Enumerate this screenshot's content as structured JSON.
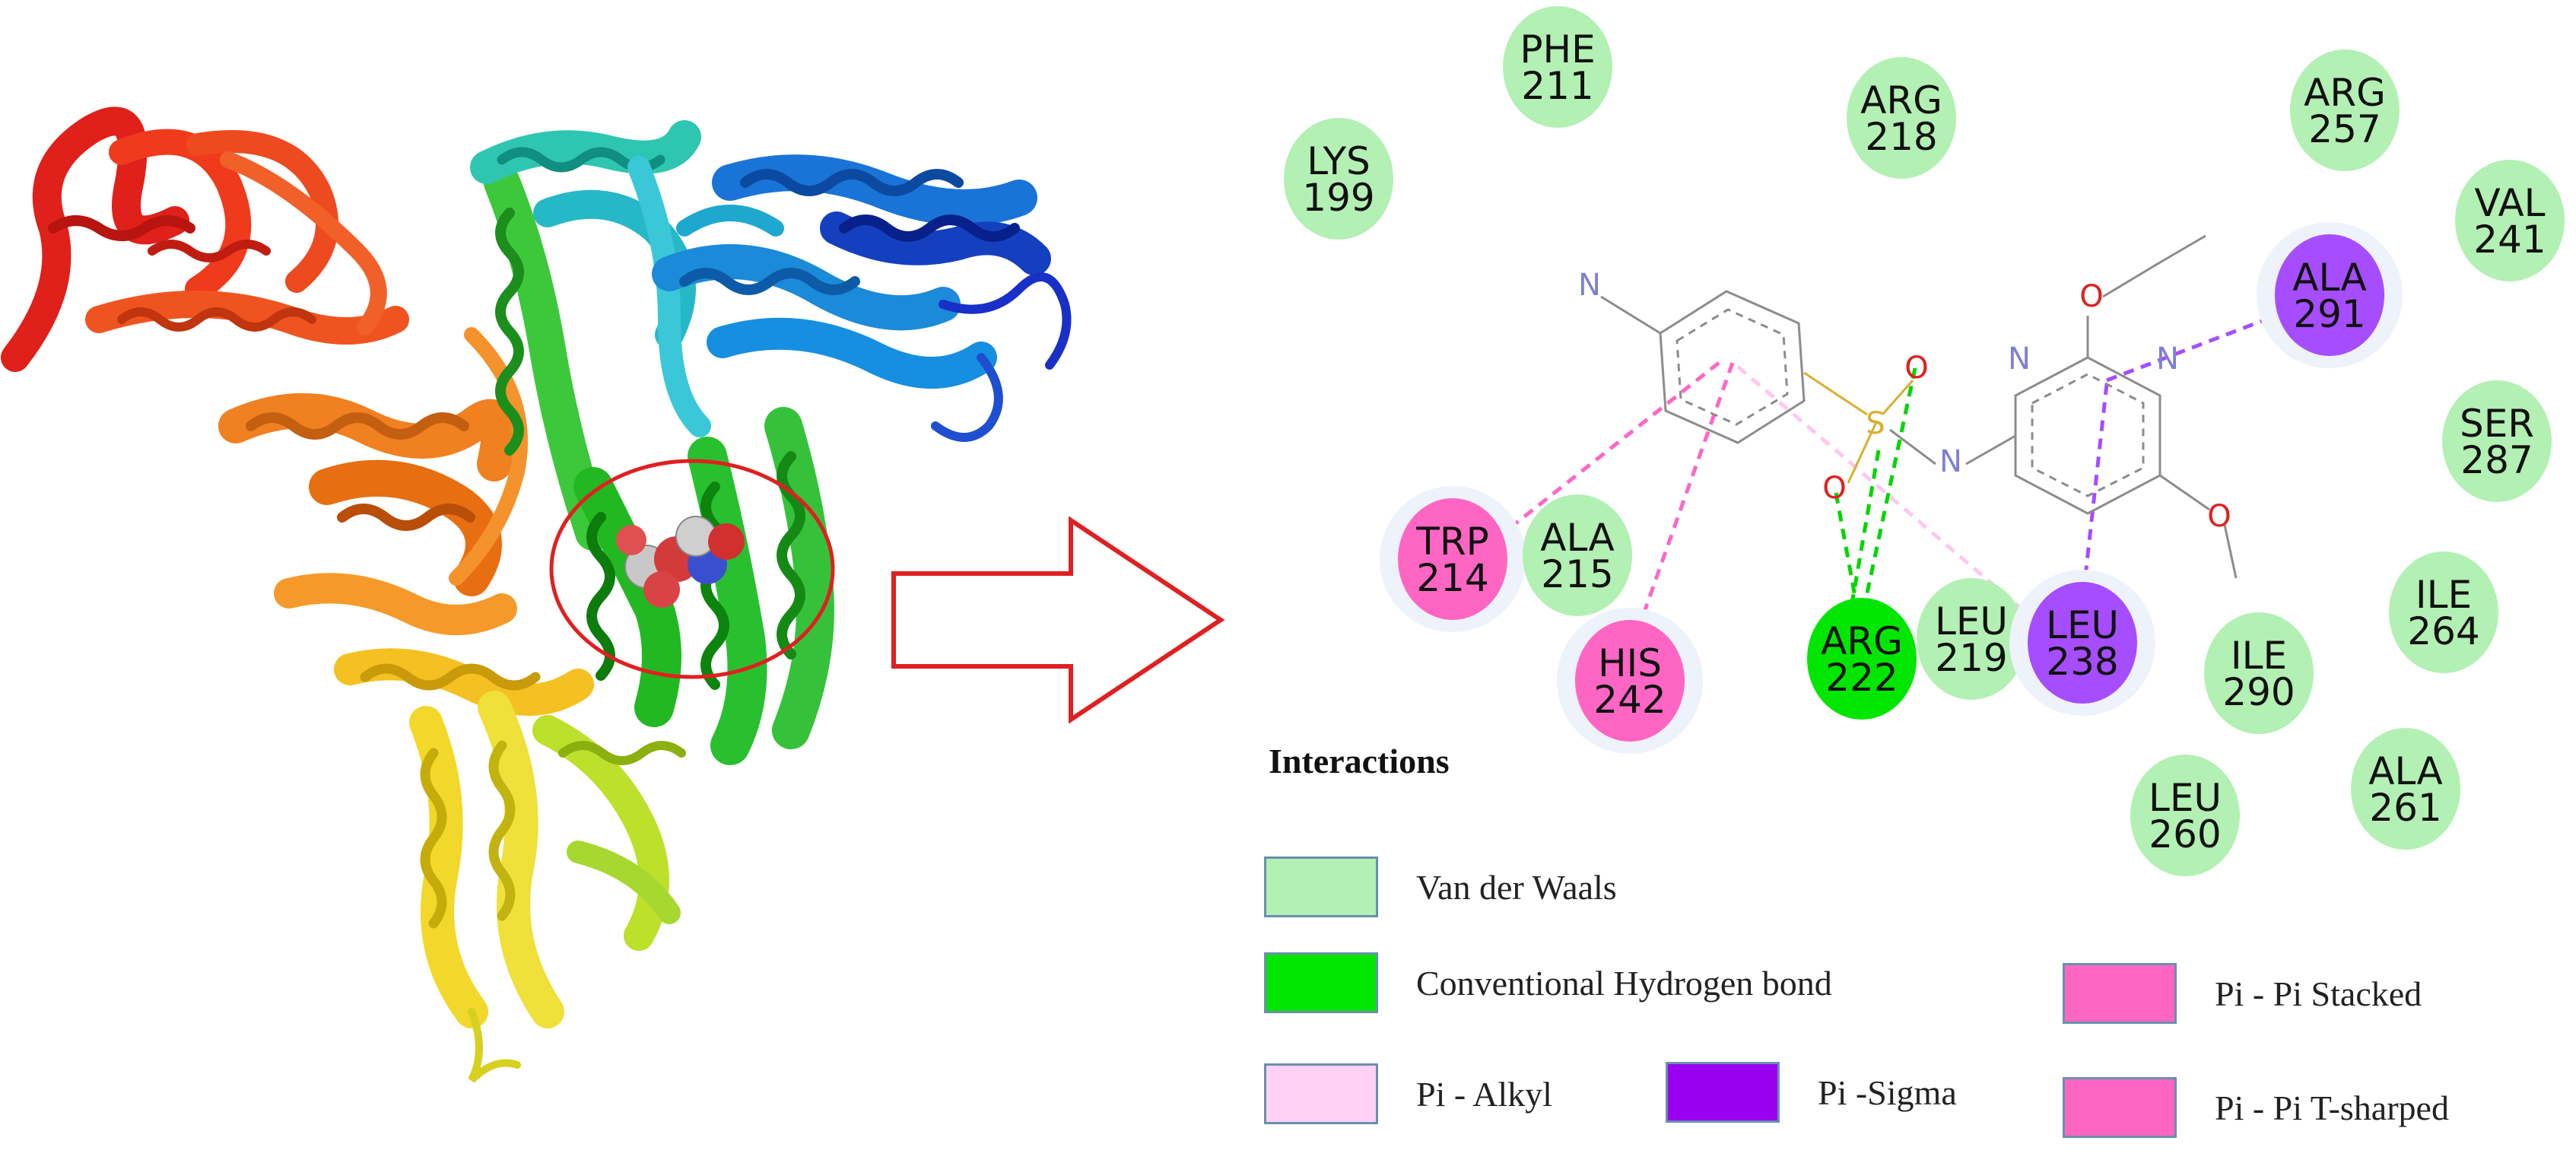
{
  "legend": {
    "title": "Interactions",
    "items": [
      {
        "label": "Van der Waals",
        "color": "#b3f0b3"
      },
      {
        "label": "Conventional Hydrogen bond",
        "color": "#00e600"
      },
      {
        "label": "Pi - Pi Stacked",
        "color": "#ff66c4"
      },
      {
        "label": "Pi - Alkyl",
        "color": "#ffd1f5"
      },
      {
        "label": "Pi -Sigma",
        "color": "#9a00f0"
      },
      {
        "label": "Pi - Pi T-sharped",
        "color": "#ff66c4"
      }
    ]
  },
  "residues": [
    {
      "name": "PHE",
      "number": "211",
      "type": "van-der-waals"
    },
    {
      "name": "LYS",
      "number": "199",
      "type": "van-der-waals"
    },
    {
      "name": "ARG",
      "number": "218",
      "type": "van-der-waals"
    },
    {
      "name": "ARG",
      "number": "257",
      "type": "van-der-waals"
    },
    {
      "name": "VAL",
      "number": "241",
      "type": "van-der-waals"
    },
    {
      "name": "ALA",
      "number": "291",
      "type": "pi-sigma"
    },
    {
      "name": "SER",
      "number": "287",
      "type": "van-der-waals"
    },
    {
      "name": "TRP",
      "number": "214",
      "type": "pi-pi-stacked"
    },
    {
      "name": "ALA",
      "number": "215",
      "type": "van-der-waals"
    },
    {
      "name": "ILE",
      "number": "264",
      "type": "van-der-waals"
    },
    {
      "name": "HIS",
      "number": "242",
      "type": "pi-pi-t-shaped"
    },
    {
      "name": "ARG",
      "number": "222",
      "type": "conventional-hydrogen-bond"
    },
    {
      "name": "LEU",
      "number": "219",
      "type": "van-der-waals"
    },
    {
      "name": "LEU",
      "number": "238",
      "type": "pi-sigma"
    },
    {
      "name": "ILE",
      "number": "290",
      "type": "van-der-waals"
    },
    {
      "name": "LEU",
      "number": "260",
      "type": "van-der-waals"
    },
    {
      "name": "ALA",
      "number": "261",
      "type": "van-der-waals"
    }
  ],
  "atoms": {
    "amine_n": "N",
    "ring_n1": "N",
    "ring_n2": "N",
    "linker_n": "N",
    "sulfur": "S",
    "sulfonyl_o1": "O",
    "sulfonyl_o2": "O",
    "methoxy_o1": "O",
    "methoxy_o2": "O"
  },
  "colors": {
    "van_der_waals": "#b3f0b3",
    "hydrogen_bond": "#00e600",
    "pi_pi": "#ff66c4",
    "pi_alkyl": "#ffd1f5",
    "pi_sigma": "#a64dff",
    "arrow": "#e02020"
  }
}
